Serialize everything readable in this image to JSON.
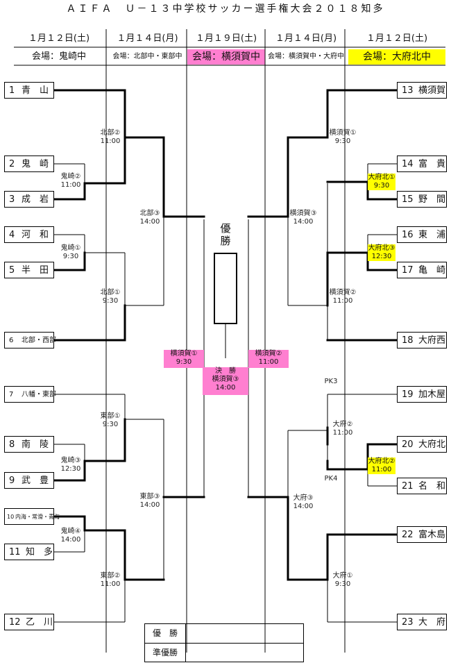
{
  "title": "ＡＩＦＡ　Ｕ－１３中学校サッカー選手権大会２０１８知多",
  "dates": [
    "１月１２日(土)",
    "１月１４日(月)",
    "１月１９日(土)",
    "１月１４日(月)",
    "１月１２日(土)"
  ],
  "venues": {
    "left_r1": "会場：鬼崎中",
    "left_r2": "会場：北部中・東部中",
    "final": "会場：横須賀中",
    "right_r2": "会場：横須賀中・大府中",
    "right_r1": "会場：大府北中"
  },
  "teams_left": [
    {
      "num": "1",
      "name": "青　山"
    },
    {
      "num": "2",
      "name": "鬼　崎"
    },
    {
      "num": "3",
      "name": "成　岩"
    },
    {
      "num": "4",
      "name": "河　和"
    },
    {
      "num": "5",
      "name": "半　田"
    },
    {
      "num": "6",
      "name": "北部・西部"
    },
    {
      "num": "7",
      "name": "八幡・東部"
    },
    {
      "num": "8",
      "name": "南　陵"
    },
    {
      "num": "9",
      "name": "武　豊"
    },
    {
      "num": "10",
      "name": "内海・常滑・青海"
    },
    {
      "num": "11",
      "name": "知　多"
    },
    {
      "num": "12",
      "name": "乙　川"
    }
  ],
  "teams_right": [
    {
      "num": "13",
      "name": "横須賀"
    },
    {
      "num": "14",
      "name": "富　貴"
    },
    {
      "num": "15",
      "name": "野　間"
    },
    {
      "num": "16",
      "name": "東　浦"
    },
    {
      "num": "17",
      "name": "亀　崎"
    },
    {
      "num": "18",
      "name": "大府西"
    },
    {
      "num": "19",
      "name": "加木屋"
    },
    {
      "num": "20",
      "name": "大府北"
    },
    {
      "num": "21",
      "name": "名　和"
    },
    {
      "num": "22",
      "name": "富木島"
    },
    {
      "num": "23",
      "name": "大　府"
    }
  ],
  "matches": {
    "kizaki2": {
      "venue": "鬼崎②",
      "time": "11:00"
    },
    "kizaki1": {
      "venue": "鬼崎①",
      "time": "9:30"
    },
    "kizaki3": {
      "venue": "鬼崎③",
      "time": "12:30"
    },
    "kizaki4": {
      "venue": "鬼崎④",
      "time": "14:00"
    },
    "hokubu2": {
      "venue": "北部②",
      "time": "11:00"
    },
    "hokubu1": {
      "venue": "北部①",
      "time": "9:30"
    },
    "hokubu3": {
      "venue": "北部③",
      "time": "14:00"
    },
    "tobu1": {
      "venue": "東部①",
      "time": "9:30"
    },
    "tobu2": {
      "venue": "東部②",
      "time": "11:00"
    },
    "tobu3": {
      "venue": "東部③",
      "time": "14:00"
    },
    "yoko1": {
      "venue": "横須賀①",
      "time": "9:30"
    },
    "yoko2": {
      "venue": "横須賀②",
      "time": "11:00"
    },
    "yoko3": {
      "venue": "横須賀③",
      "time": "14:00"
    },
    "final": {
      "label": "決　勝",
      "venue": "横須賀③",
      "time": "14:00"
    },
    "semi_l": {
      "venue": "横須賀①",
      "time": "9:30"
    },
    "semi_r": {
      "venue": "横須賀②",
      "time": "11:00"
    },
    "obuk1": {
      "venue": "大府北①",
      "time": "9:30"
    },
    "obuk3": {
      "venue": "大府北③",
      "time": "12:30"
    },
    "obuk2": {
      "venue": "大府北②",
      "time": "11:00"
    },
    "obu2": {
      "venue": "大府②",
      "time": "11:00"
    },
    "obu3": {
      "venue": "大府③",
      "time": "14:00"
    },
    "obu1": {
      "venue": "大府①",
      "time": "9:30"
    }
  },
  "pk": {
    "top": "PK3",
    "bottom": "PK4"
  },
  "winner_label": [
    "優",
    "勝"
  ],
  "result": {
    "first": "優　勝",
    "second": "準優勝"
  },
  "colors": {
    "pink": "#ff7fd0",
    "yellow": "#ffff00"
  }
}
